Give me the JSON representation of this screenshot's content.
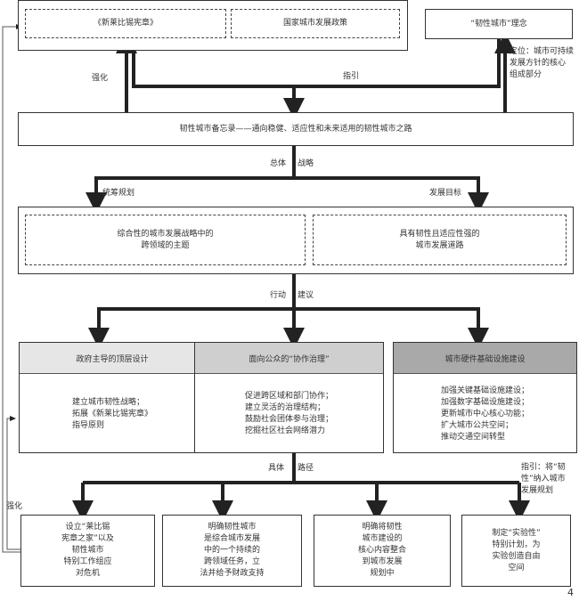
{
  "top": {
    "charter": "《新莱比锡宪章》",
    "national_policy": "国家城市发展政策",
    "concept": "“韧性城市”理念",
    "positioning": "定位：城市可持续\n发展方针的核心\n组成部分"
  },
  "labels": {
    "strengthen_top": "强化",
    "guide_top": "指引",
    "overall": "总体",
    "strategy": "战略",
    "coordinate": "统筹规划",
    "goal": "发展目标",
    "action": "行动",
    "suggestion": "建议",
    "concrete": "具体",
    "path": "路径",
    "guide_bottom": "指引：将“韧\n性”纳入城市\n发展规划",
    "strengthen_left": "强化"
  },
  "memo": "韧性城市备忘录——通向稳健、适应性和未来适用的韧性城市之路",
  "strategy": {
    "left": "综合性的城市发展战略中的\n跨领域的主题",
    "right": "具有韧性且适应性强的\n城市发展道路"
  },
  "actions": [
    {
      "title": "政府主导的顶层设计",
      "body": "建立城市韧性战略；\n拓展《新莱比锡宪章》\n指导原则",
      "color": "#e6e6e6"
    },
    {
      "title": "面向公众的“协作治理”",
      "body": "促进跨区域和部门协作；\n建立灵活的治理结构；\n鼓励社会团体参与治理；\n挖掘社区社会网络潜力",
      "color": "#cfcfcf"
    },
    {
      "title": "城市硬件基础设施建设",
      "body": "加强关键基础设施建设；\n加强数字基础设施建设；\n更新城市中心核心功能；\n扩大城市公共空间；\n推动交通空间转型",
      "color": "#a9a9a9"
    }
  ],
  "paths": [
    "设立“莱比锡\n宪章之家”以及\n韧性城市\n特别工作组应\n对危机",
    "明确韧性城市\n是综合城市发展\n中的一个持续的\n跨领域任务，立\n法并给予财政支持",
    "明确将韧性\n城市建设的\n核心内容整合\n到城市发展\n规划中",
    "制定“实验性”\n特别计划，为\n实验创造自由\n空间"
  ],
  "page_number": "4"
}
